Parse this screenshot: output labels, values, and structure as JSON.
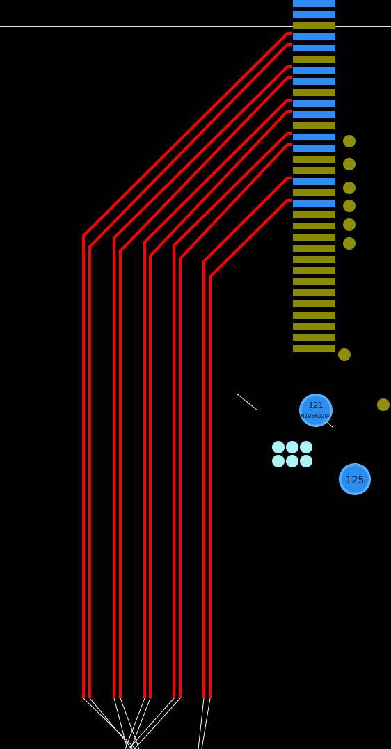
{
  "canvas": {
    "background": "#000000"
  },
  "colors": {
    "trace": "#ff0000",
    "pad_blue": "#2c8cf4",
    "pad_olive": "#8a8a00",
    "via_olive": "#8f8f0c",
    "via_blue": "#2a8df0",
    "via_blue_ring": "#56b0ff",
    "via_cyan": "#aaf6f6",
    "ratsnest": "#ffffff",
    "board_edge": "#e6e6e6"
  },
  "vias": {
    "via_121": {
      "number": "121",
      "net": "N195K0204"
    },
    "via_125": {
      "number": "125"
    }
  }
}
